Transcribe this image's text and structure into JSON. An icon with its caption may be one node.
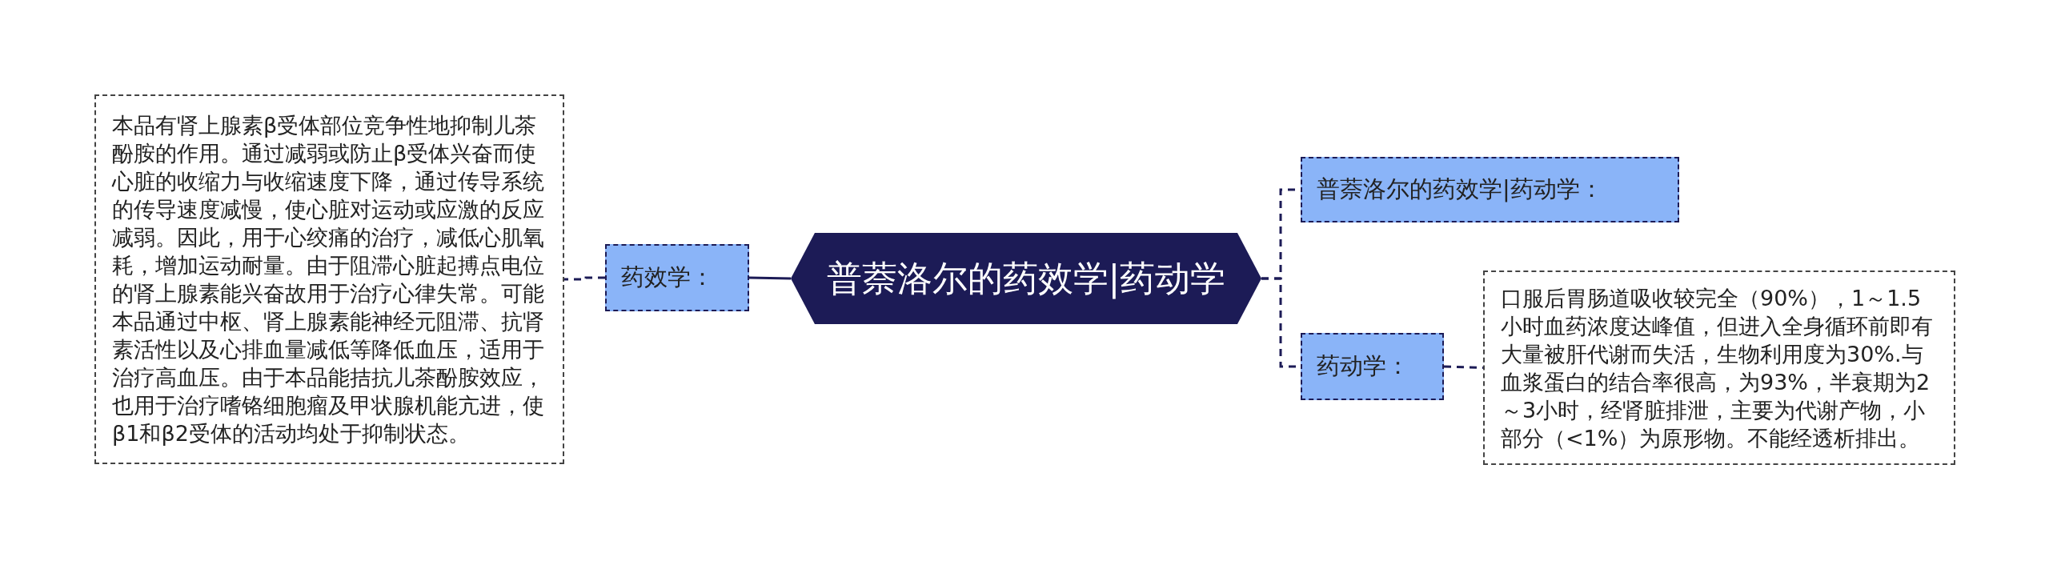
{
  "diagram": {
    "nodes": [
      {
        "text": [
          "普萘洛尔的药效学|药动学"
        ]
      },
      {
        "text": [
          "药效学："
        ]
      },
      {
        "text": [
          "本品有肾上腺素β受体部位竞争性地抑制儿茶酚胺的作用。通过减弱或防止β受体兴奋而使心脏的收缩力与收缩速度下降，通过传导系统的传导速度减慢，使心脏对运动或应激的反应减弱。因此，用于心绞痛的治疗，减低心肌氧耗，增加运动耐量。由于阻滞心脏起搏点电位的肾上腺素能兴奋故用于治疗心律失常。可能本品通过中枢、肾上腺素能神经元阻滞、抗肾素活性以及心排血量减低等降低血压，适用于治疗高血压。由于本品能拮抗儿茶酚胺效应，也用于治疗嗜铬细胞瘤及甲状腺机能亢进，使β1和β2受体的活动均处于抑制状态。"
        ]
      },
      {
        "text": [
          "普萘洛尔的药效学|药动学："
        ]
      },
      {
        "text": [
          "药动学："
        ]
      },
      {
        "text": [
          "口服后胃肠道吸收较完全（90%），1～1.5小时血药浓度达峰值，但进入全身循环前即有大量被肝代谢而失活，生物利用度为30%.与血浆蛋白的结合率很高，为93%，半衰期为2～3小时，经肾脏排泄，主要为代谢产物，小部分（<1%）为原形物。不能经透析排出。"
        ]
      }
    ],
    "edges": [
      {
        "from": 0,
        "to": 1,
        "arrow": "none"
      },
      {
        "from": 1,
        "to": 2,
        "arrow": "none",
        "style": "dashed"
      },
      {
        "from": 0,
        "to": 3,
        "arrow": "none",
        "style": "dashed"
      },
      {
        "from": 0,
        "to": 4,
        "arrow": "none",
        "style": "dashed"
      },
      {
        "from": 4,
        "to": 5,
        "arrow": "none",
        "style": "dashed"
      }
    ]
  }
}
